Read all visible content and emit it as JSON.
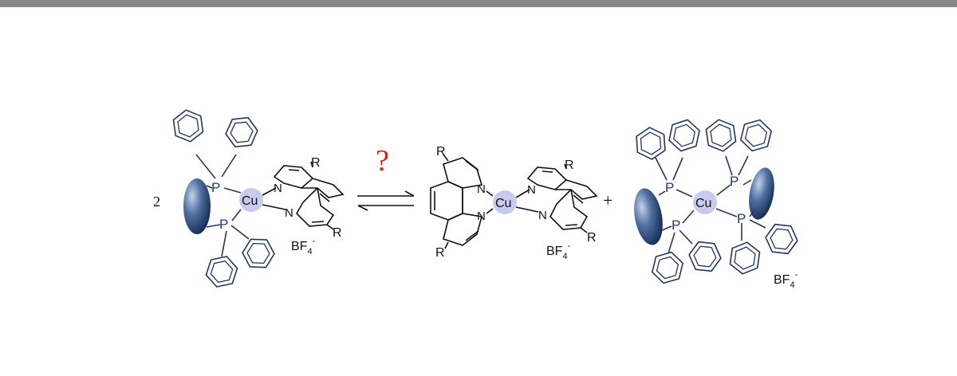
{
  "reaction": {
    "coefficient": "2",
    "question_mark": "?",
    "plus_sign": "+",
    "equilibrium": "⇌",
    "colors": {
      "phosphine": "#22375a",
      "copper_center": "#c9cbee",
      "question_mark": "#e02020",
      "top_bar": "#888888"
    }
  },
  "reactant": {
    "metal": "Cu",
    "phosphorus_1": "P",
    "phosphorus_2": "P",
    "nitrogen_1": "N",
    "nitrogen_2": "N",
    "substituent_1": "R",
    "substituent_2": "R",
    "counterion_main": "BF",
    "counterion_sub": "4",
    "counterion_charge": "-"
  },
  "product1": {
    "metal": "Cu",
    "nitrogen_1": "N",
    "nitrogen_2": "N",
    "nitrogen_3": "N",
    "nitrogen_4": "N",
    "substituent_1": "R",
    "substituent_2": "R",
    "substituent_3": "R",
    "substituent_4": "R",
    "counterion_main": "BF",
    "counterion_sub": "4",
    "counterion_charge": "-"
  },
  "product2": {
    "metal": "Cu",
    "phosphorus_1": "P",
    "phosphorus_2": "P",
    "phosphorus_3": "P",
    "phosphorus_4": "P",
    "counterion_main": "BF",
    "counterion_sub": "4",
    "counterion_charge": "-"
  }
}
